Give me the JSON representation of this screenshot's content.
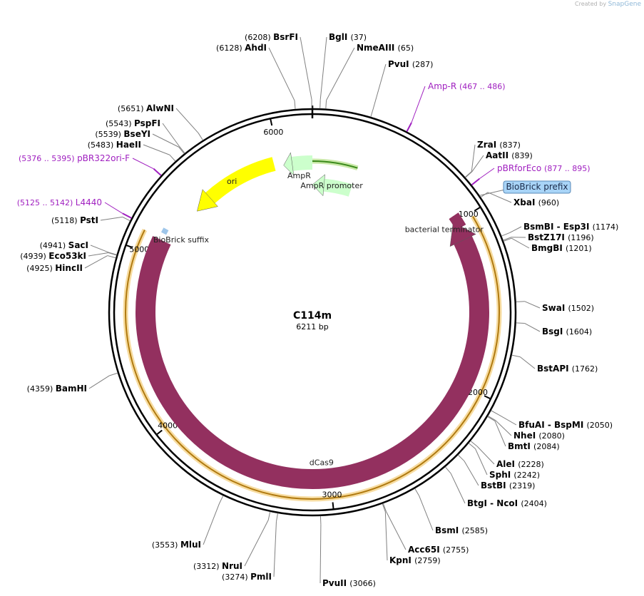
{
  "credit": {
    "prefix": "Created by",
    "brand": "SnapGene"
  },
  "plasmid": {
    "name": "C114m",
    "size_label": "6211 bp",
    "length": 6211
  },
  "ticks": [
    {
      "pos": 1000,
      "label": "1000"
    },
    {
      "pos": 2000,
      "label": "2000"
    },
    {
      "pos": 3000,
      "label": "3000"
    },
    {
      "pos": 4000,
      "label": "4000"
    },
    {
      "pos": 5000,
      "label": "5000"
    },
    {
      "pos": 6000,
      "label": "6000"
    }
  ],
  "features": [
    {
      "name": "dCas9",
      "label": "dCas9",
      "start": 992,
      "end": 5099,
      "direction": "reverse",
      "color": "#93305f",
      "track": "inner"
    },
    {
      "name": "ori",
      "label": "ori",
      "start": 5370,
      "end": 5960,
      "direction": "reverse",
      "color": "#ffff00",
      "track": "inner"
    },
    {
      "name": "AmpR",
      "label": "AmpR",
      "start": 6020,
      "end": 6211,
      "direction": "reverse",
      "color": "#ccffcc",
      "track": "inner"
    },
    {
      "name": "AmpR promoter",
      "label": "AmpR promoter",
      "start": 0,
      "end": 300,
      "direction": "reverse",
      "color": "#ccffcc",
      "track": "inner"
    },
    {
      "name": "bacterial terminator",
      "label": "bacterial terminator",
      "start": 960,
      "end": 1040,
      "direction": "none",
      "color": "#93305f",
      "track": "inner"
    },
    {
      "name": "BioBrick suffix",
      "label": "BioBrick suffix",
      "start": 5140,
      "end": 5170,
      "direction": "none",
      "color": "#9ec6ea",
      "track": "inner"
    }
  ],
  "orf_arcs": [
    {
      "start": 6060,
      "end": 300,
      "color": "#3a8a1a",
      "glow": "#c9e8a8"
    },
    {
      "start": 1020,
      "end": 5110,
      "color": "#b07a10",
      "glow": "#f7dca0"
    }
  ],
  "primers": [
    {
      "label": "Amp-R",
      "range": "(467 .. 486)",
      "pos": 476
    },
    {
      "label": "pBRforEco",
      "range": "(877 .. 895)",
      "pos": 886
    },
    {
      "label": "pBR322ori-F",
      "range": "(5376 .. 5395)",
      "pos": 5385
    },
    {
      "label": "L4440",
      "range": "(5125 .. 5142)",
      "pos": 5133
    }
  ],
  "biobrick_prefix": {
    "label": "BioBrick prefix",
    "pos": 950
  },
  "sites": [
    {
      "name": "BsrFI",
      "coord": "(6208)",
      "pos": 6208
    },
    {
      "name": "AhdI",
      "coord": "(6128)",
      "pos": 6128
    },
    {
      "name": "BglI",
      "coord": "(37)",
      "pos": 37
    },
    {
      "name": "NmeAIII",
      "coord": "(65)",
      "pos": 65
    },
    {
      "name": "PvuI",
      "coord": "(287)",
      "pos": 287
    },
    {
      "name": "ZraI",
      "coord": "(837)",
      "pos": 837
    },
    {
      "name": "AatII",
      "coord": "(839)",
      "pos": 839
    },
    {
      "name": "XbaI",
      "coord": "(960)",
      "pos": 960
    },
    {
      "name": "BsmBI  -  Esp3I",
      "coord": "(1174)",
      "pos": 1174
    },
    {
      "name": "BstZ17I",
      "coord": "(1196)",
      "pos": 1196
    },
    {
      "name": "BmgBI",
      "coord": "(1201)",
      "pos": 1201
    },
    {
      "name": "SwaI",
      "coord": "(1502)",
      "pos": 1502
    },
    {
      "name": "BsgI",
      "coord": "(1604)",
      "pos": 1604
    },
    {
      "name": "BstAPI",
      "coord": "(1762)",
      "pos": 1762
    },
    {
      "name": "BfuAI  -  BspMI",
      "coord": "(2050)",
      "pos": 2050
    },
    {
      "name": "NheI",
      "coord": "(2080)",
      "pos": 2080
    },
    {
      "name": "BmtI",
      "coord": "(2084)",
      "pos": 2084
    },
    {
      "name": "AleI",
      "coord": "(2228)",
      "pos": 2228
    },
    {
      "name": "SphI",
      "coord": "(2242)",
      "pos": 2242
    },
    {
      "name": "BstBI",
      "coord": "(2319)",
      "pos": 2319
    },
    {
      "name": "BtgI  -  NcoI",
      "coord": "(2404)",
      "pos": 2404
    },
    {
      "name": "BsmI",
      "coord": "(2585)",
      "pos": 2585
    },
    {
      "name": "Acc65I",
      "coord": "(2755)",
      "pos": 2755
    },
    {
      "name": "KpnI",
      "coord": "(2759)",
      "pos": 2759
    },
    {
      "name": "PvuII",
      "coord": "(3066)",
      "pos": 3066
    },
    {
      "name": "NruI",
      "coord": "(3312)",
      "pos": 3312
    },
    {
      "name": "PmlI",
      "coord": "(3274)",
      "pos": 3274
    },
    {
      "name": "MluI",
      "coord": "(3553)",
      "pos": 3553
    },
    {
      "name": "BamHI",
      "coord": "(4359)",
      "pos": 4359
    },
    {
      "name": "HincII",
      "coord": "(4925)",
      "pos": 4925
    },
    {
      "name": "Eco53kI",
      "coord": "(4939)",
      "pos": 4939
    },
    {
      "name": "SacI",
      "coord": "(4941)",
      "pos": 4941
    },
    {
      "name": "PstI",
      "coord": "(5118)",
      "pos": 5118
    },
    {
      "name": "HaeII",
      "coord": "(5483)",
      "pos": 5483
    },
    {
      "name": "BseYI",
      "coord": "(5539)",
      "pos": 5539
    },
    {
      "name": "PspFI",
      "coord": "(5543)",
      "pos": 5543
    },
    {
      "name": "AlwNI",
      "coord": "(5651)",
      "pos": 5651
    }
  ],
  "colors": {
    "backbone": "#000000",
    "primer": "#a020c0",
    "leader": "#808080",
    "prefix_fill": "#a8d4f7"
  }
}
